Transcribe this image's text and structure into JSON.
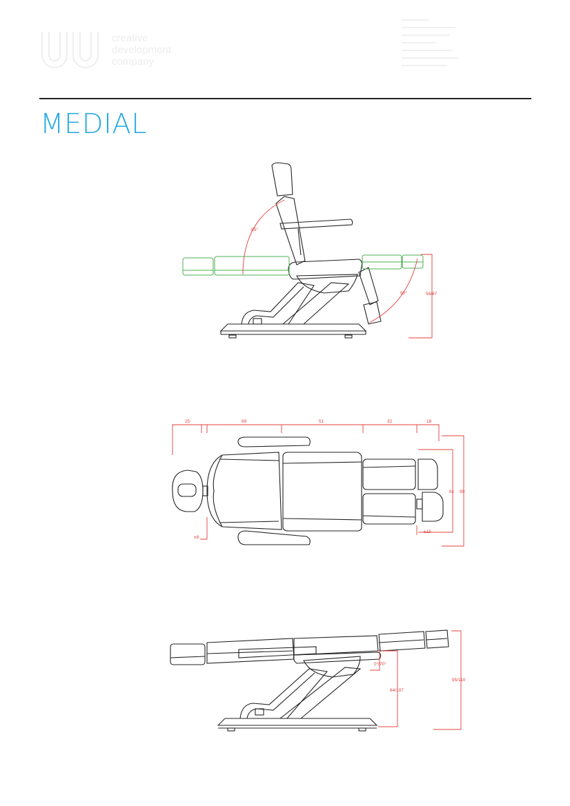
{
  "header": {
    "logo_lines": [
      "creative",
      "development",
      "company"
    ],
    "title": "MEDIAL"
  },
  "colors": {
    "title": "#29abe2",
    "dimension": "#e0403a",
    "alt_position": "#4caf50",
    "line": "#222222"
  },
  "views": {
    "side": {
      "angle_back": "85°",
      "angle_leg": "90°",
      "seat_height": "56/87"
    },
    "top": {
      "length_segments": [
        "25",
        "69",
        "51",
        "32",
        "18"
      ],
      "width_inner": "61",
      "width_outer": "90",
      "arm_depth": "±8",
      "foot_width": "±15"
    },
    "flat": {
      "leg_angle": "0°/70°",
      "base_height": "64/107",
      "overall_height": "95/110"
    }
  }
}
